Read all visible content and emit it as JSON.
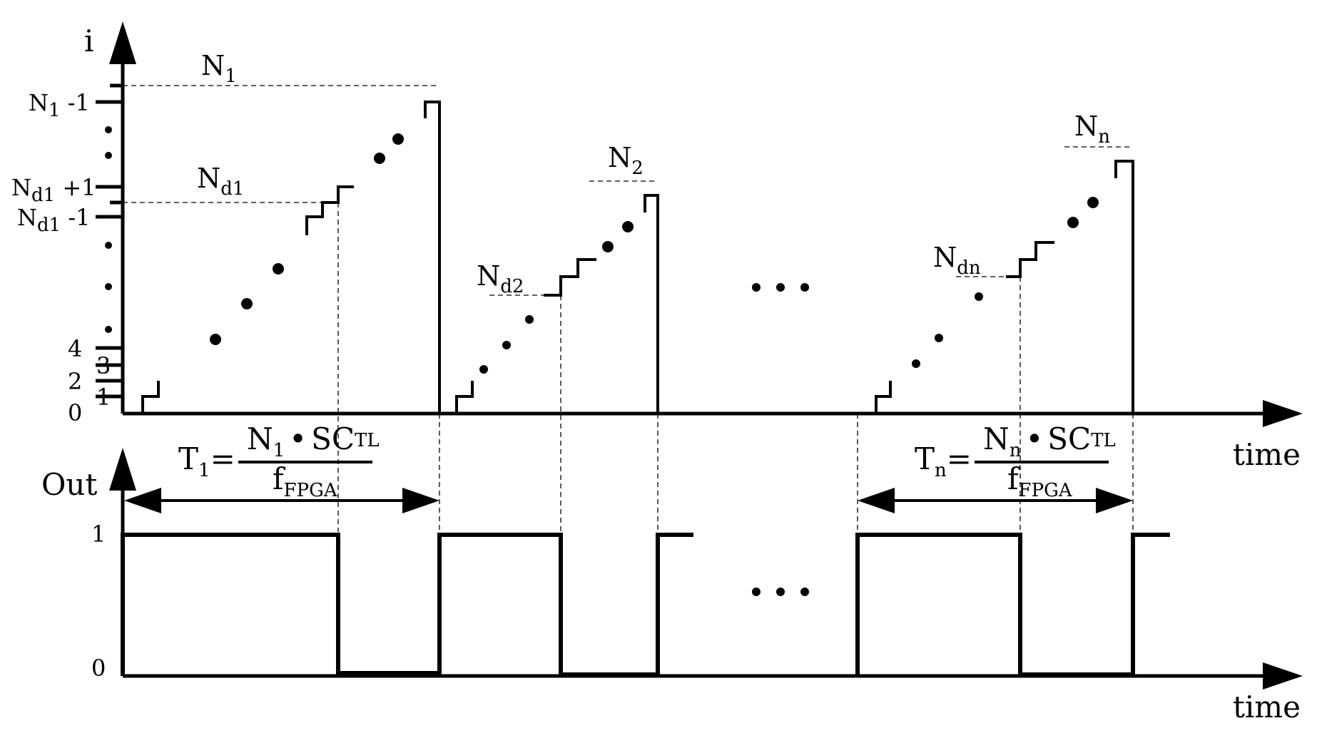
{
  "axes": {
    "counter_y_label": "i",
    "output_y_label": "Out",
    "x_label_top": "time",
    "x_label_bottom": "time"
  },
  "ticks": {
    "zero": "0",
    "one": "1",
    "two": "2",
    "three": "3",
    "four": "4",
    "nd1_minus": {
      "base": "N",
      "sub": "d1",
      "suffix": " -1"
    },
    "nd1_plus": {
      "base": "N",
      "sub": "d1",
      "suffix": " +1"
    },
    "n1_minus": {
      "base": "N",
      "sub": "1",
      "suffix": " -1"
    },
    "out_one": "1",
    "out_zero": "0"
  },
  "peaks": {
    "n1": {
      "base": "N",
      "sub": "1"
    },
    "n2": {
      "base": "N",
      "sub": "2"
    },
    "nn": {
      "base": "N",
      "sub": "n"
    }
  },
  "duty_levels": {
    "nd1": {
      "base": "N",
      "sub": "d1"
    },
    "nd2": {
      "base": "N",
      "sub": "d2"
    },
    "ndn": {
      "base": "N",
      "sub": "dn"
    }
  },
  "formulas": {
    "t1": {
      "lhs_base": "T",
      "lhs_sub": "1",
      "equals": "=",
      "num_base": "N",
      "num_sub": "1",
      "bullet": "•",
      "sc": "SC",
      "sc_sub": "TL",
      "den_base": "f",
      "den_sub": "FPGA"
    },
    "tn": {
      "lhs_base": "T",
      "lhs_sub": "n",
      "equals": "=",
      "num_base": "N",
      "num_sub": "n",
      "bullet": "•",
      "sc": "SC",
      "sc_sub": "TL",
      "den_base": "f",
      "den_sub": "FPGA"
    }
  },
  "ellipsis": {
    "counter": "• • •",
    "output": "• • •"
  }
}
